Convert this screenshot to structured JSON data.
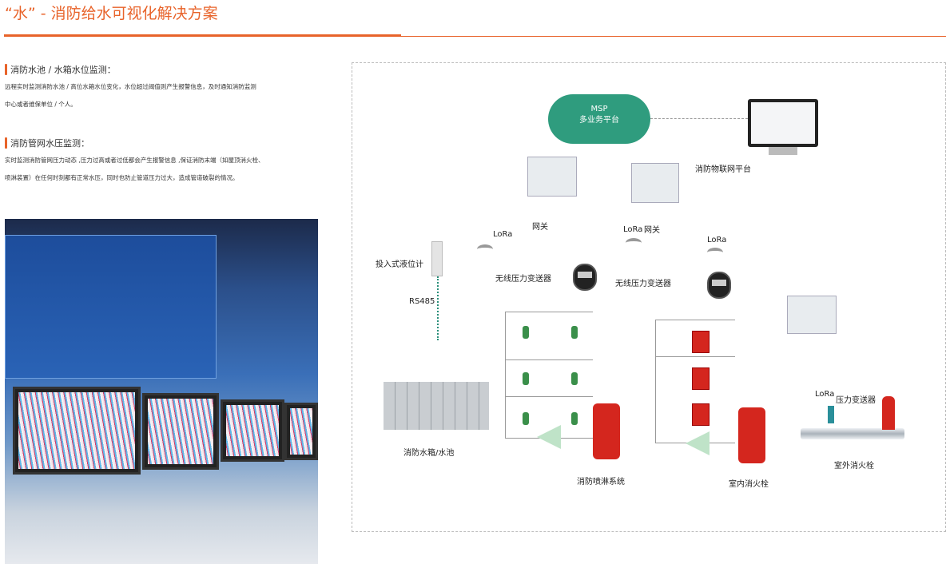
{
  "header": {
    "title": "“水” - 消防给水可视化解决方案",
    "accent": "#e8632a"
  },
  "sections": [
    {
      "heading": "消防水池 / 水箱水位监测：",
      "lines": [
        "远程实时监测消防水池 / 高位水箱水位变化，水位超过阈值则产生报警信息，及时通知消防监测",
        "中心或者维保单位 / 个人。"
      ]
    },
    {
      "heading": "消防管网水压监测：",
      "lines": [
        "实时监测消防管网压力动态 ,压力过高或者过低都会产生报警信息 ,保证消防末端（如屋顶消火栓、",
        "喷淋装置）在任何时刻都有正常水压，同时也防止管道压力过大，造成管道破裂的情况。"
      ]
    }
  ],
  "diagram": {
    "cloud_line1": "MSP",
    "cloud_line2": "多业务平台",
    "platform": "消防物联网平台",
    "gateway1": "网关",
    "gateway2": "网关",
    "lora1": "LoRa",
    "lora2": "LoRa",
    "lora3": "LoRa",
    "lora4": "LoRa",
    "level_meter": "投入式液位计",
    "rs485": "RS485",
    "transmitter1": "无线压力变送器",
    "transmitter2": "无线压力变送器",
    "transmitter3": "压力变送器",
    "tank": "消防水箱/水池",
    "sprinkler": "消防喷淋系统",
    "indoor_hydrant": "室内消火栓",
    "outdoor_hydrant": "室外消火栓",
    "cloud_color": "#2f9c7e"
  }
}
